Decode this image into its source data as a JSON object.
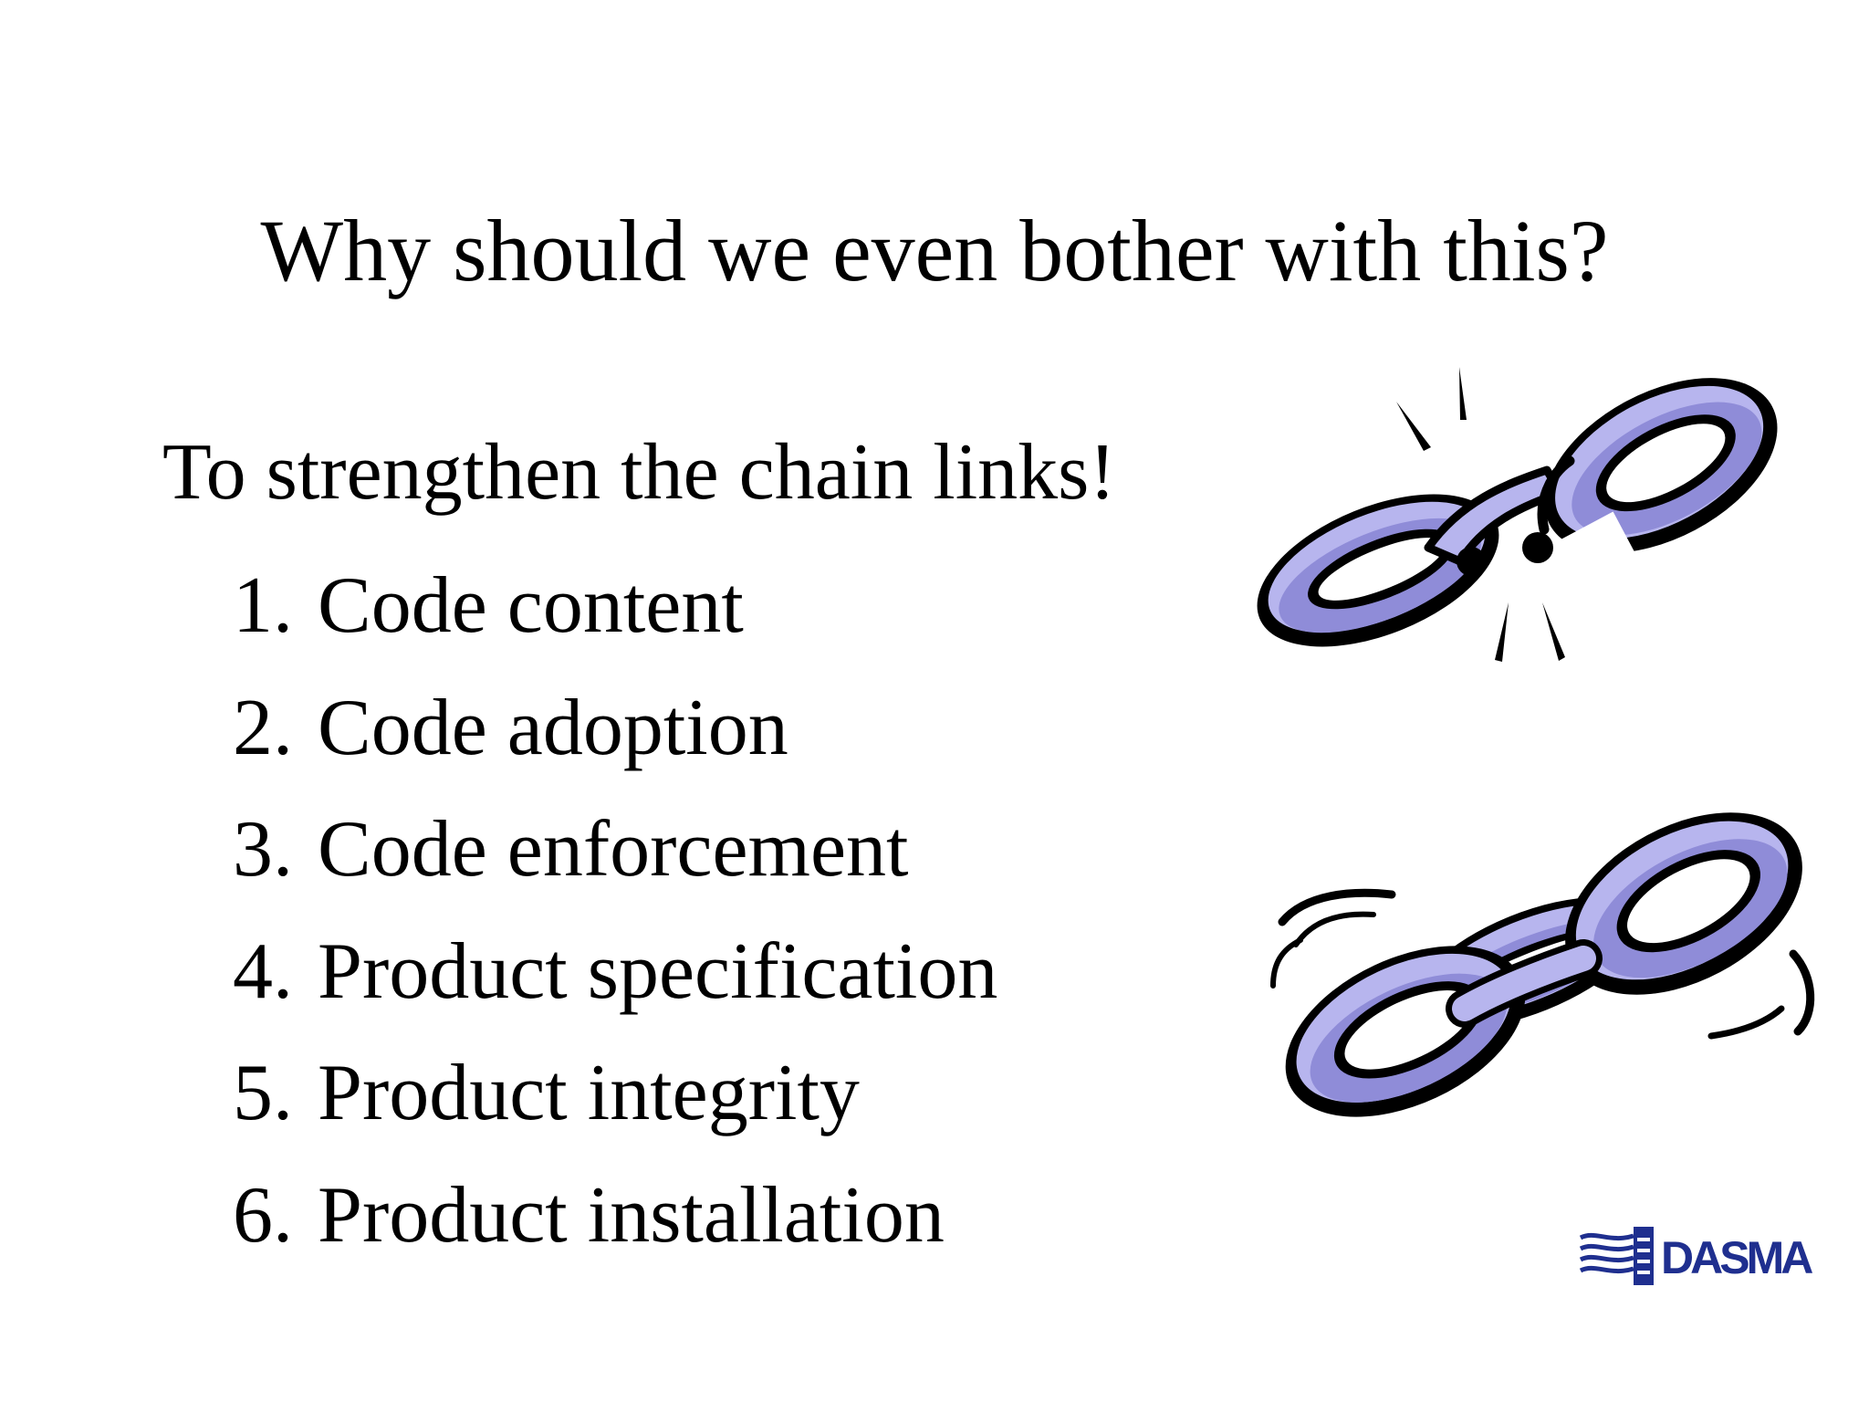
{
  "slide": {
    "title": "Why should we even bother with this?",
    "intro": "To strengthen the chain links!",
    "items": [
      {
        "number": "1.",
        "label": "Code content"
      },
      {
        "number": "2.",
        "label": "Code adoption"
      },
      {
        "number": "3.",
        "label": "Code enforcement"
      },
      {
        "number": "4.",
        "label": "Product specification"
      },
      {
        "number": "5.",
        "label": "Product integrity"
      },
      {
        "number": "6.",
        "label": "Product installation"
      }
    ]
  },
  "logo": {
    "text": "DASMA",
    "color": "#1f2f8f"
  },
  "colors": {
    "chain_fill": "#b7b5ee",
    "chain_shadow": "#8f8cd8",
    "outline": "#000000"
  },
  "icons": {
    "broken_chain": "broken-chain-icon",
    "whole_chain": "chain-icon"
  }
}
